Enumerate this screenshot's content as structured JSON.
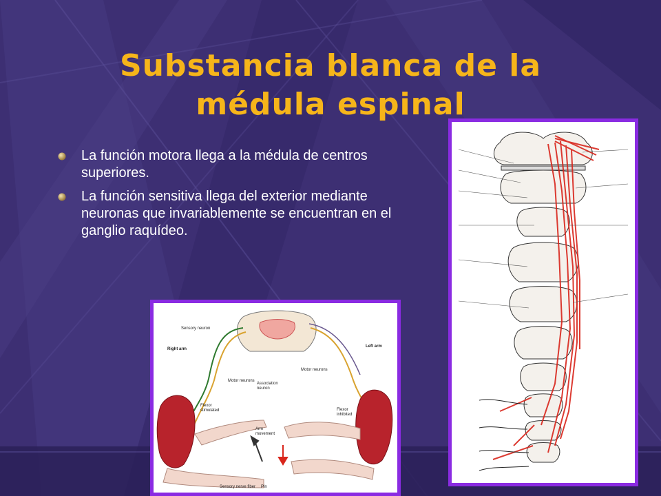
{
  "slide": {
    "title_line1": "Substancia blanca de la",
    "title_line2": "médula espinal",
    "bullets": [
      "La función motora llega a la médula de centros superiores.",
      "La función sensitiva llega del exterior mediante neuronas que invariablemente se encuentran en el ganglio raquídeo."
    ]
  },
  "figure_arm": {
    "labels": {
      "sensory_neuron": "Sensory neuron",
      "right_arm": "Right arm",
      "left_arm": "Left arm",
      "motor_neurons_right": "Motor neurons",
      "association_neuron": "Association neuron",
      "motor_neurons_left": "Motor neurons",
      "flexor_stimulated": "Flexor stimulated",
      "flexor_inhibited": "Flexor inhibited",
      "arm_movement": "Arm movement",
      "sensory_nerve_fiber": "Sensory nerve fiber",
      "pin": "Pin"
    }
  },
  "colors": {
    "background": "#3d2f73",
    "title": "#f6b51a",
    "figure_border": "#8a2be2"
  }
}
